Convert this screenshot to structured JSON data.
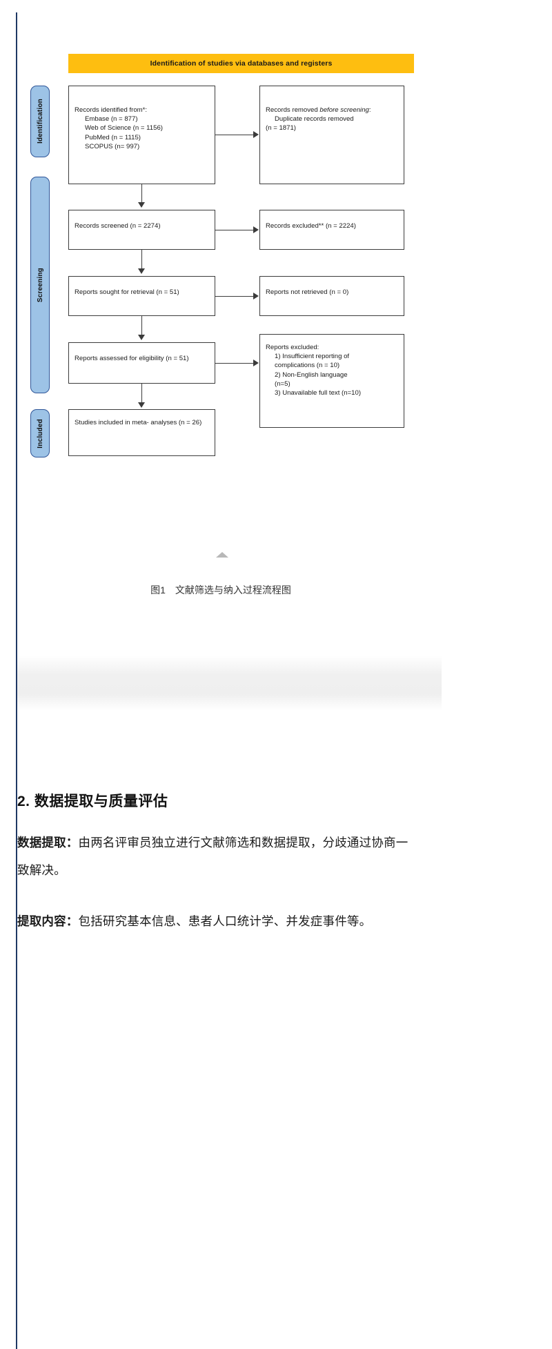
{
  "figure": {
    "banner": "Identification of studies via databases and registers",
    "stages": [
      {
        "id": "identification",
        "label": "Identification"
      },
      {
        "id": "screening",
        "label": "Screening"
      },
      {
        "id": "included",
        "label": "Included"
      }
    ],
    "boxes": {
      "identified": {
        "title": "Records identified from*:",
        "items": [
          "Embase (n = 877)",
          "Web of Science (n = 1156)",
          "PubMed (n = 1115)",
          "SCOPUS (n= 997)"
        ]
      },
      "removed": {
        "line1": "Records removed ",
        "line1_italic": "before",
        "line2_italic": "screening",
        "line2_tail": ":",
        "item": "Duplicate records removed",
        "count": "(n = 1871)"
      },
      "screened": {
        "title": "Records screened",
        "count": "(n = 2274)"
      },
      "excluded": {
        "title": "Records excluded**",
        "count": "(n = 2224)"
      },
      "sought": {
        "title": "Reports sought for retrieval",
        "count": "(n = 51)"
      },
      "not_retrieved": {
        "title": "Reports not retrieved",
        "count": "(n = 0)"
      },
      "assessed": {
        "title": "Reports assessed for eligibility",
        "count": "(n = 51)"
      },
      "reports_excluded": {
        "title": "Reports excluded:",
        "items": [
          "1) Insufficient reporting of",
          "complications (n = 10)",
          "2) Non-English language",
          "(n=5)",
          "3) Unavailable full text (n=10)"
        ]
      },
      "studies_included": {
        "line1": "Studies included in meta-",
        "line2": "analyses (n = 26)"
      }
    },
    "caption": {
      "number": "图1",
      "text": "文献筛选与纳入过程流程图"
    },
    "colors": {
      "banner": "#febe10",
      "pill_fill": "#9dc3e6",
      "pill_border": "#2f5597",
      "box_border": "#3b3b3b",
      "left_rule": "#1f3864"
    }
  },
  "article": {
    "heading": "2. 数据提取与质量评估",
    "paragraphs": [
      {
        "lead": "数据提取：",
        "rest": "由两名评审员独立进行文献筛选和数据提取，分歧通过协商一致解决。"
      },
      {
        "lead": "提取内容：",
        "rest": "包括研究基本信息、患者人口统计学、并发症事件等。"
      }
    ]
  }
}
